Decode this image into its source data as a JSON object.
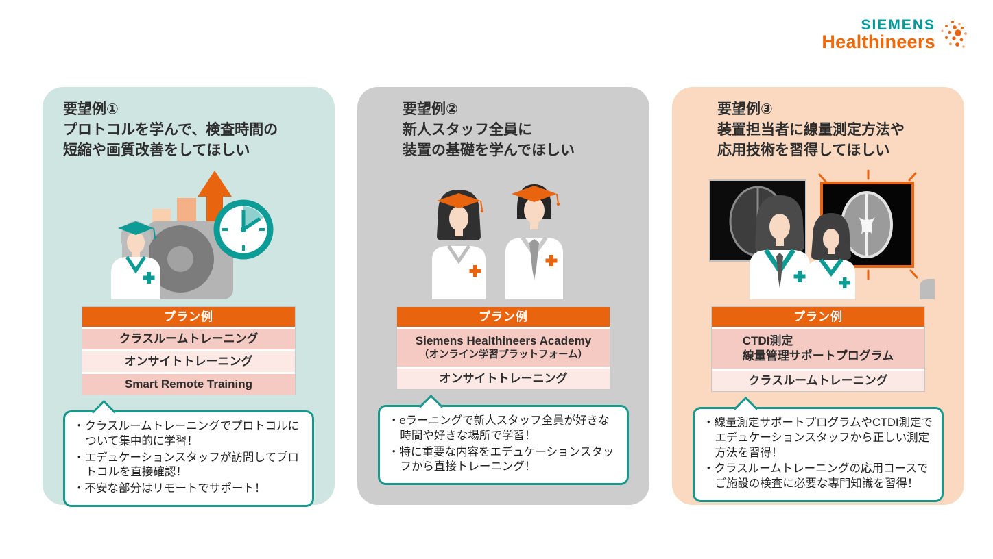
{
  "brand": {
    "siemens": "SIEMENS",
    "healthineers": "Healthineers",
    "dots_icon": "brand-dot-cluster",
    "teal": "#009999",
    "orange": "#ec6a0a"
  },
  "colors": {
    "accent_orange": "#e8640f",
    "accent_teal": "#17988d",
    "card1_bg": "#cee5e2",
    "card2_bg": "#cdcdcd",
    "card3_bg": "#fbd9c0",
    "row_dark": "#f5cac3",
    "row_light": "#fce9e5"
  },
  "cards": [
    {
      "title_lines": [
        "要望例①",
        "プロトコルを学んで、検査時間の",
        "短縮や画質改善をしてほしい"
      ],
      "illustration": "graduate-technologist with ct-scanner, rising bar-chart, up-arrow and clock",
      "plan": {
        "header": "プラン例",
        "rows": [
          {
            "lines": [
              "クラスルームトレーニング"
            ]
          },
          {
            "lines": [
              "オンサイトトレーニング"
            ]
          },
          {
            "lines": [
              "Smart Remote Training"
            ]
          }
        ]
      },
      "bullets": [
        "クラスルームトレーニングでプロトコルについて集中的に学習！",
        "エデュケーションスタッフが訪問してプロトコルを直接確認！",
        "不安な部分はリモートでサポート！"
      ]
    },
    {
      "title_lines": [
        "要望例②",
        "新人スタッフ全員に",
        "装置の基礎を学んでほしい"
      ],
      "illustration": "two new staff members wearing graduation caps",
      "plan": {
        "header": "プラン例",
        "rows": [
          {
            "lines": [
              "Siemens Healthineers Academy",
              "（オンライン学習プラットフォーム）"
            ]
          },
          {
            "lines": [
              "オンサイトトレーニング"
            ]
          }
        ]
      },
      "bullets": [
        "eラーニングで新人スタッフ全員が好きな時間や好きな場所で学習！",
        "特に重要な内容をエデュケーションスタッフから直接トレーニング！"
      ]
    },
    {
      "title_lines": [
        "要望例③",
        "装置担当者に線量測定方法や",
        "応用技術を習得してほしい"
      ],
      "illustration": "two radiographers in front of brain-scan monitors, right monitor highlighted",
      "plan": {
        "header": "プラン例",
        "rows": [
          {
            "lines": [
              "CTDI測定",
              "線量管理サポートプログラム"
            ]
          },
          {
            "lines": [
              "クラスルームトレーニング"
            ]
          }
        ]
      },
      "bullets": [
        "線量測定サポートプログラムやCTDI測定でエデュケーションスタッフから正しい測定方法を習得！",
        "クラスルームトレーニングの応用コースでご施設の検査に必要な専門知識を習得！"
      ]
    }
  ]
}
